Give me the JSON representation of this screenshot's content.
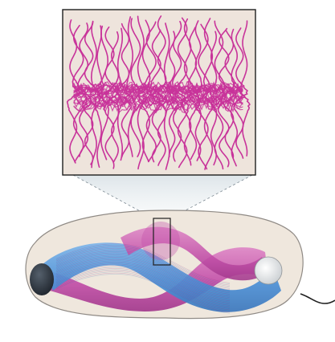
{
  "figure": {
    "panels": [
      {
        "kind": "zoom-inset",
        "content": "polymer-strands"
      },
      {
        "kind": "cell-body",
        "content": "twisted-helical-bundles"
      }
    ],
    "colors": {
      "background": "#ffffff",
      "inset_fill": "#eee4dc",
      "strand": "#c8339a",
      "cell_fill": "#efe7dd",
      "blue_bundle": "#4f93d8",
      "magenta_bundle": "#c24ea8",
      "dark_end": "#2e3540",
      "light_end": "#f4f4f4",
      "zoom_guide": "#c9d4da"
    }
  }
}
